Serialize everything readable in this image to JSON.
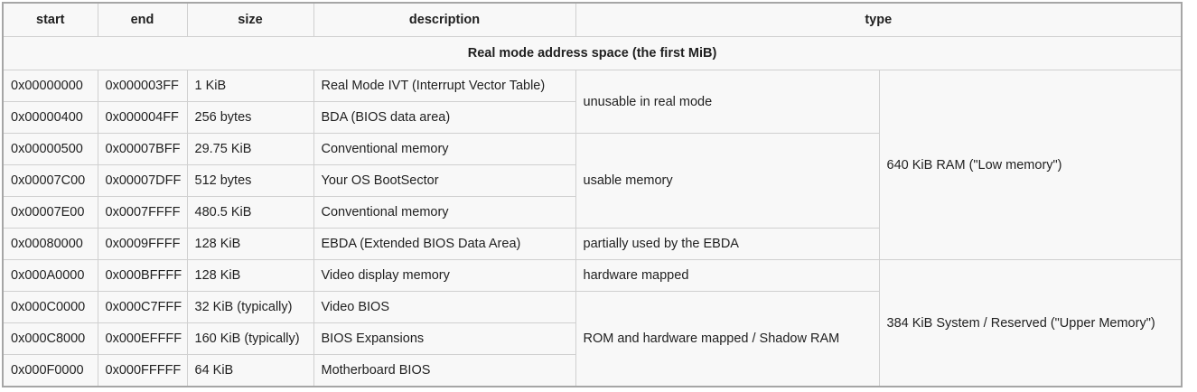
{
  "table": {
    "columns": [
      {
        "key": "start",
        "label": "start"
      },
      {
        "key": "end",
        "label": "end"
      },
      {
        "key": "size",
        "label": "size"
      },
      {
        "key": "description",
        "label": "description"
      },
      {
        "key": "type",
        "label": "type"
      }
    ],
    "section_title": "Real mode address space (the first MiB)",
    "rows": [
      {
        "start": "0x00000000",
        "end": "0x000003FF",
        "size": "1 KiB",
        "description": "Real Mode IVT (Interrupt Vector Table)"
      },
      {
        "start": "0x00000400",
        "end": "0x000004FF",
        "size": "256 bytes",
        "description": "BDA (BIOS data area)"
      },
      {
        "start": "0x00000500",
        "end": "0x00007BFF",
        "size": "29.75 KiB",
        "description": "Conventional memory"
      },
      {
        "start": "0x00007C00",
        "end": "0x00007DFF",
        "size": "512 bytes",
        "description": "Your OS BootSector"
      },
      {
        "start": "0x00007E00",
        "end": "0x0007FFFF",
        "size": "480.5 KiB",
        "description": "Conventional memory"
      },
      {
        "start": "0x00080000",
        "end": "0x0009FFFF",
        "size": "128 KiB",
        "description": "EBDA (Extended BIOS Data Area)"
      },
      {
        "start": "0x000A0000",
        "end": "0x000BFFFF",
        "size": "128 KiB",
        "description": "Video display memory"
      },
      {
        "start": "0x000C0000",
        "end": "0x000C7FFF",
        "size": "32 KiB (typically)",
        "description": "Video BIOS"
      },
      {
        "start": "0x000C8000",
        "end": "0x000EFFFF",
        "size": "160 KiB (typically)",
        "description": "BIOS Expansions"
      },
      {
        "start": "0x000F0000",
        "end": "0x000FFFFF",
        "size": "64 KiB",
        "description": "Motherboard BIOS"
      }
    ],
    "usage_groups": [
      {
        "label": "unusable in real mode",
        "span": 2
      },
      {
        "label": "usable memory",
        "span": 3
      },
      {
        "label": "partially used by the EBDA",
        "span": 1
      },
      {
        "label": "hardware mapped",
        "span": 1
      },
      {
        "label": "ROM and hardware mapped / Shadow RAM",
        "span": 3
      }
    ],
    "type_groups": [
      {
        "label": "640 KiB RAM (\"Low memory\")",
        "span": 6
      },
      {
        "label": "384 KiB System / Reserved (\"Upper Memory\")",
        "span": 4
      }
    ]
  },
  "colors": {
    "cell_background": "#f8f8f8",
    "cell_border": "#d0d0d0",
    "outer_border": "#a6a6a6",
    "text": "#1f1f1f"
  }
}
